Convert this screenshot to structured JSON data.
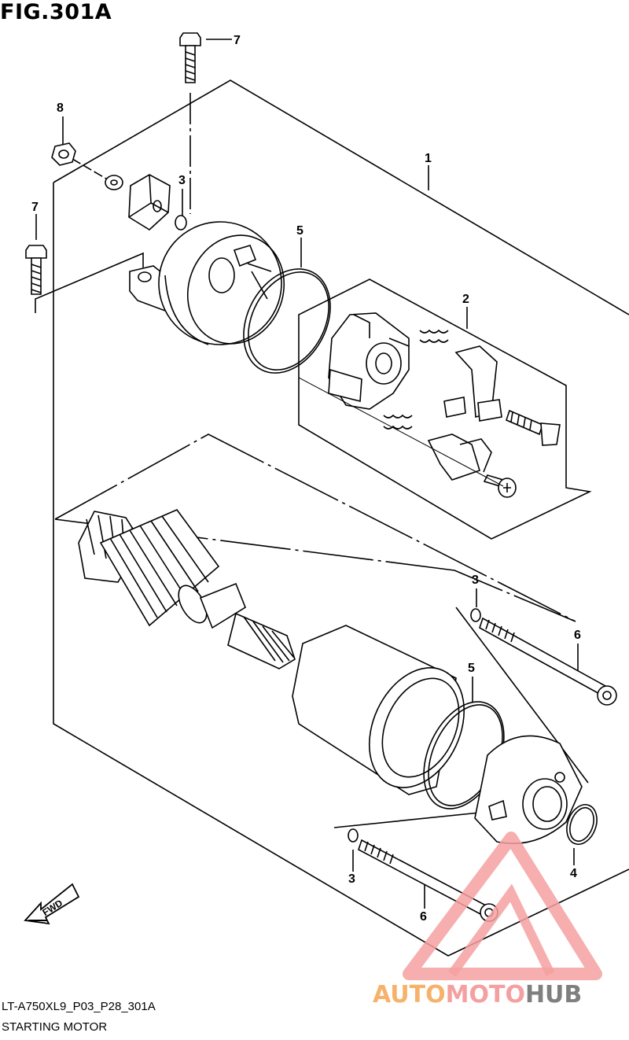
{
  "figure": {
    "title": "FIG.301A",
    "code": "LT-A750XL9_P03_P28_301A",
    "name": "STARTING MOTOR"
  },
  "callouts": {
    "c1": "1",
    "c2": "2",
    "c3a": "3",
    "c3b": "3",
    "c3c": "3",
    "c4": "4",
    "c5a": "5",
    "c5b": "5",
    "c6a": "6",
    "c6b": "6",
    "c7a": "7",
    "c7b": "7",
    "c8": "8"
  },
  "fwd_arrow": {
    "label": "FWD"
  },
  "watermark": {
    "part1": "AUTO",
    "part2": "MOTO",
    "part3": "HUB",
    "colors": {
      "auto": "#f6b26b",
      "moto": "#f4a0a0",
      "hub": "#7f7f7f"
    }
  }
}
